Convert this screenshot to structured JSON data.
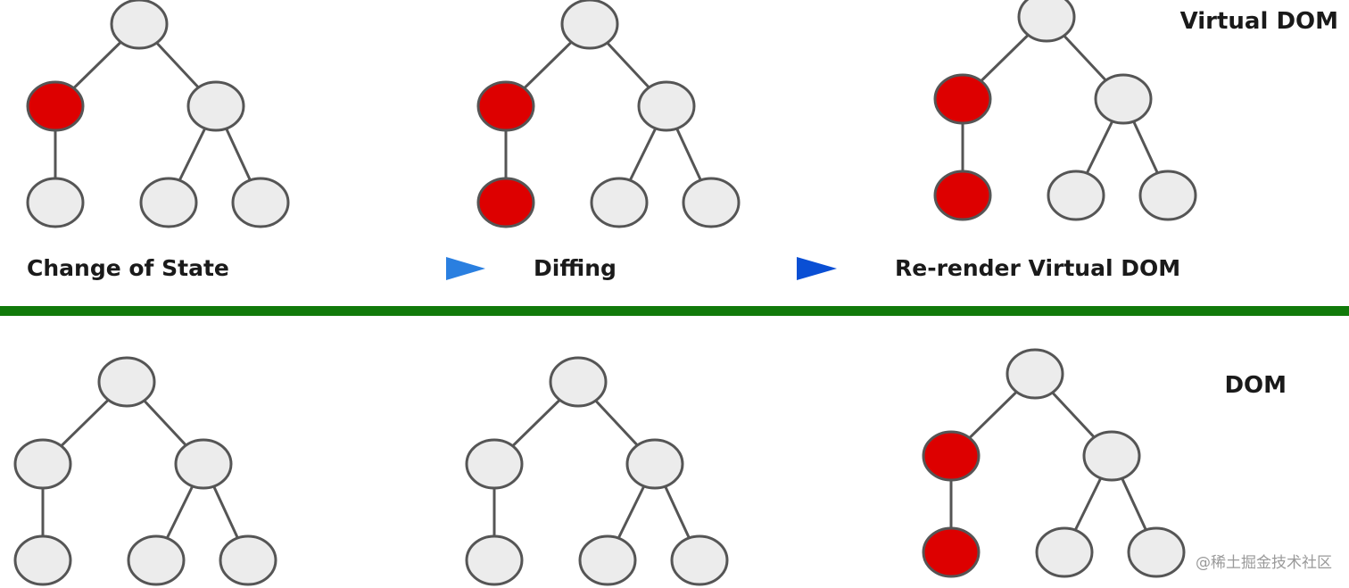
{
  "sections": {
    "virtual_dom_title": "Virtual DOM",
    "dom_title": "DOM"
  },
  "steps": {
    "change_of_state": "Change of State",
    "diffing": "Diffing",
    "rerender_virtual_dom": "Re-render Virtual DOM"
  },
  "watermark": "@稀土掘金技术社区",
  "colors": {
    "node_default": "#ececec",
    "node_changed": "#dd0000",
    "node_stroke": "#555555",
    "divider": "#117a0a",
    "arrow_light": "#3a8ee6",
    "arrow_dark": "#0a55d6"
  },
  "trees": [
    {
      "row": "virtual-dom",
      "step": "change-of-state",
      "changed_nodes": [
        "left-child"
      ]
    },
    {
      "row": "virtual-dom",
      "step": "diffing",
      "changed_nodes": [
        "left-child",
        "left-grandchild"
      ]
    },
    {
      "row": "virtual-dom",
      "step": "rerender-virtual-dom",
      "changed_nodes": [
        "left-child",
        "left-grandchild"
      ]
    },
    {
      "row": "dom",
      "step": "change-of-state",
      "changed_nodes": []
    },
    {
      "row": "dom",
      "step": "diffing",
      "changed_nodes": []
    },
    {
      "row": "dom",
      "step": "rerender-virtual-dom",
      "changed_nodes": [
        "left-child",
        "left-grandchild"
      ]
    }
  ]
}
